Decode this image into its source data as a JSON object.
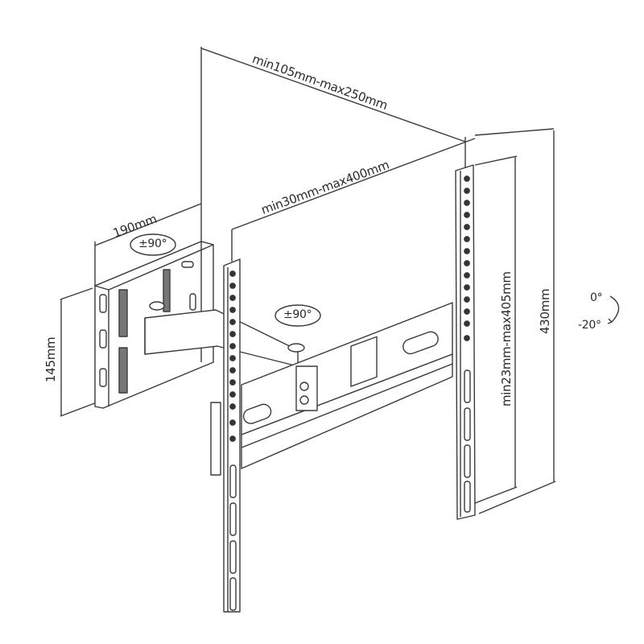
{
  "diagram": {
    "title": "",
    "subject": "full-motion TV wall mount bracket technical drawing",
    "colors": {
      "line": "#3a3a3a",
      "fill": "#ffffff",
      "text": "#2a2a2a"
    },
    "dimensions": {
      "extension_depth": "min105mm-max250mm",
      "arm_span": "min30mm-max400mm",
      "wall_plate_width": "190mm",
      "wall_plate_height": "145mm",
      "vesa_vertical": "min23mm-max405mm",
      "bracket_height": "430mm"
    },
    "rotation": {
      "wall_swivel": "±90°",
      "arm_swivel": "±90°",
      "tilt_top": "0°",
      "tilt_bottom": "-20°"
    }
  }
}
